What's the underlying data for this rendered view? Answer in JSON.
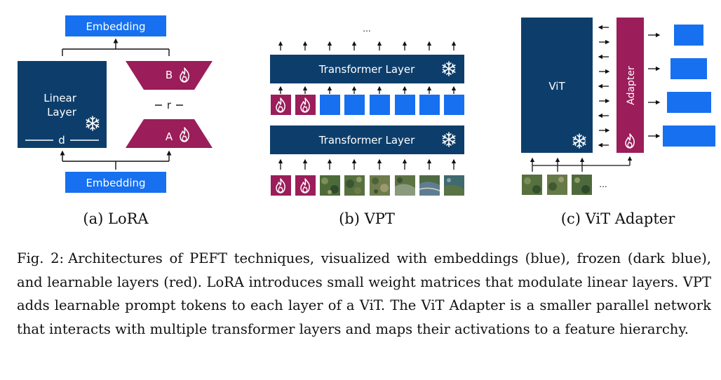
{
  "colors": {
    "embedding": "#1670f0",
    "frozen": "#0d3e6b",
    "learnable": "#9b1d5a"
  },
  "icons": {
    "frozen": "snowflake-icon",
    "learnable": "flame-icon"
  },
  "lora": {
    "embedding_top": "Embedding",
    "embedding_bottom": "Embedding",
    "linear_layer": "Linear Layer",
    "dim_d": "d",
    "rank_r": "r",
    "matrix_a": "A",
    "matrix_b": "B",
    "subcaption": "(a) LoRA"
  },
  "vpt": {
    "ellipsis": "...",
    "transformer_layer_top": "Transformer Layer",
    "transformer_layer_bottom": "Transformer Layer",
    "subcaption": "(b) VPT"
  },
  "adapter": {
    "vit": "ViT",
    "adapter": "Adapter",
    "ellipsis": "...",
    "subcaption": "(c) ViT Adapter"
  },
  "caption": {
    "prefix": "Fig. 2:",
    "text": "Architectures of PEFT techniques, visualized with embeddings (blue), frozen (dark blue), and learnable layers (red). LoRA introduces small weight matrices that modulate linear layers. VPT adds learnable prompt tokens to each layer of a ViT. The ViT Adapter is a smaller parallel network that interacts with multiple transformer layers and maps their activations to a feature hierarchy."
  }
}
